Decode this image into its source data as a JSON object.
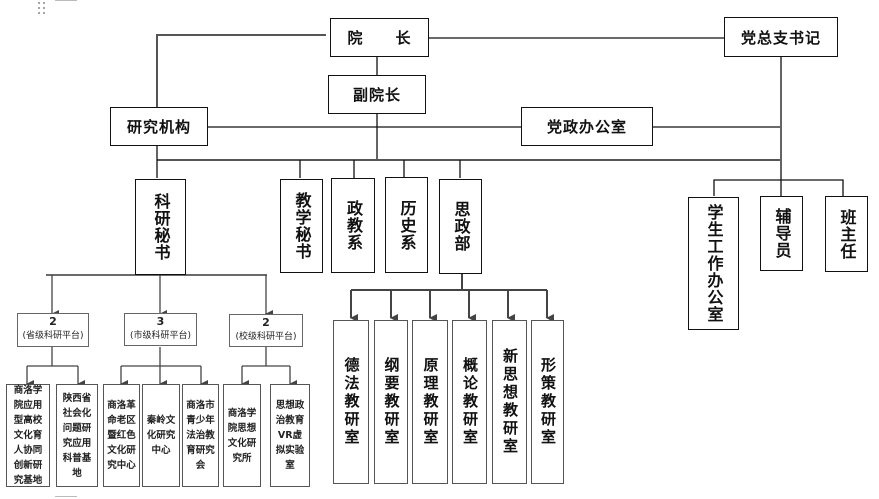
{
  "diagram": {
    "top": {
      "dean": "院　　长",
      "party_secretary": "党总支书记",
      "vice_dean": "副院长",
      "research_institutions": "研究机构",
      "party_admin_office": "党政办公室"
    },
    "research_secretary": "科研秘书",
    "platforms": [
      {
        "count": "2",
        "label": "(省级科研平台)"
      },
      {
        "count": "3",
        "label": "(市级科研平台)"
      },
      {
        "count": "2",
        "label": "(校级科研平台)"
      }
    ],
    "centers": [
      "商洛学院应用型高校文化育人协同创新研究基地",
      "陕西省社会化问题研究应用科普基地",
      "商洛革命老区暨红色文化研究中心",
      "秦岭文化研究中心",
      "商洛市青少年法治教育研究会",
      "商洛学院思想文化研究所",
      "思想政治教育VR虚拟实验室"
    ],
    "departments": [
      "教学秘书",
      "政教系",
      "历史系",
      "思政部"
    ],
    "teaching_offices": [
      "德法教研室",
      "纲要教研室",
      "原理教研室",
      "概论教研室",
      "新思想教研室",
      "形策教研室"
    ],
    "student_affairs": [
      "学生工作办公室",
      "辅导员",
      "班主任"
    ]
  },
  "colors": {
    "line": "#111111",
    "line_gray": "#555555",
    "box_border": "#111111"
  }
}
